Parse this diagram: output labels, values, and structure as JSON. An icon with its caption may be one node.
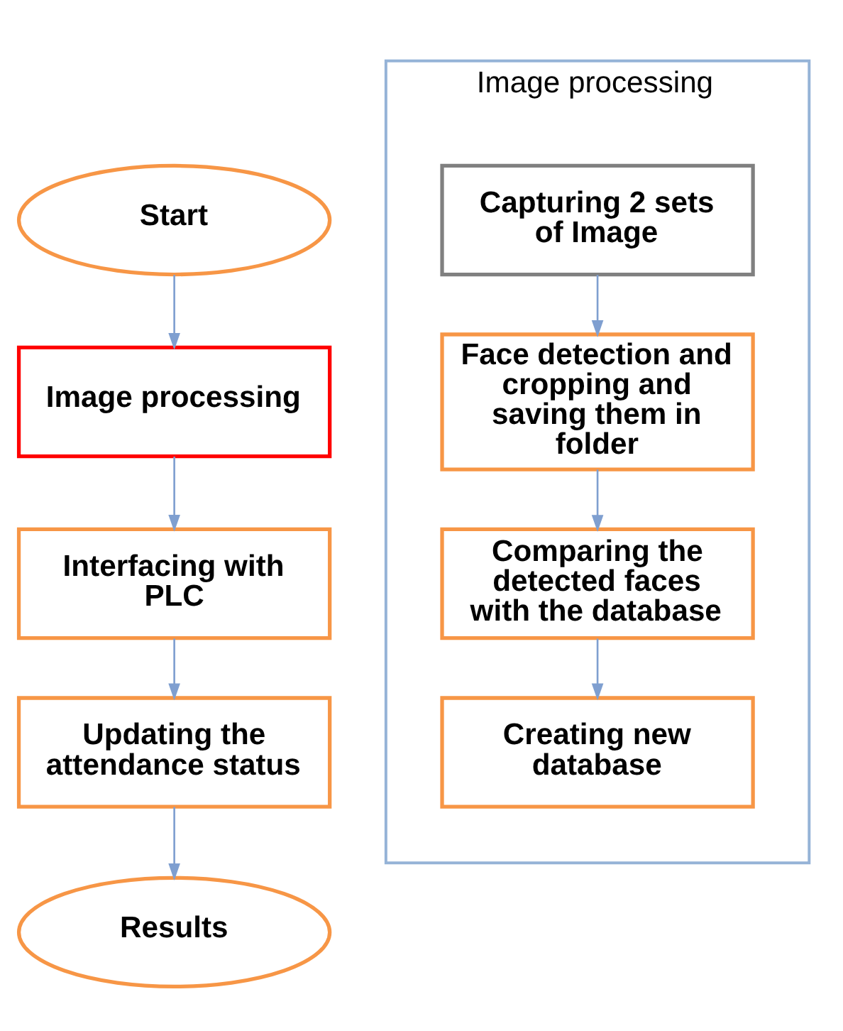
{
  "diagram": {
    "nodes": [
      {
        "text": [
          "Start"
        ]
      },
      {
        "text": [
          "Image processing"
        ]
      },
      {
        "text": [
          "Interfacing with PLC"
        ]
      },
      {
        "text": [
          "Updating the attendance status"
        ]
      },
      {
        "text": [
          "Results"
        ]
      },
      {
        "text": [
          "Image processing"
        ]
      },
      {
        "text": [
          "Capturing 2 sets of Image"
        ],
        "in": 5
      },
      {
        "text": [
          "Face detection and cropping and saving them in folder"
        ],
        "in": 5
      },
      {
        "text": [
          "Comparing the detected faces with the database"
        ],
        "in": 5
      },
      {
        "text": [
          "Creating new database"
        ],
        "in": 5
      }
    ],
    "edges": [
      {
        "from": 0,
        "to": 1,
        "arrow": "to"
      },
      {
        "from": 1,
        "to": 2,
        "arrow": "to"
      },
      {
        "from": 2,
        "to": 3,
        "arrow": "to"
      },
      {
        "from": 3,
        "to": 4,
        "arrow": "to"
      },
      {
        "from": 6,
        "to": 7,
        "arrow": "to"
      },
      {
        "from": 7,
        "to": 8,
        "arrow": "to"
      },
      {
        "from": 8,
        "to": 9,
        "arrow": "to"
      }
    ]
  }
}
